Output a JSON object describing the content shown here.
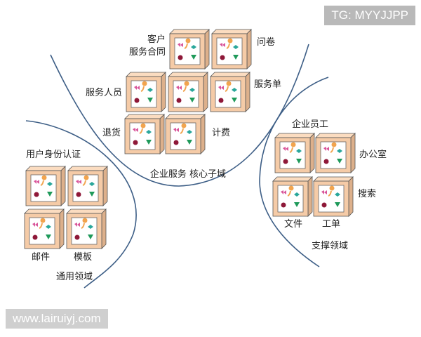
{
  "watermarks": {
    "top": "TG: MYYJJPP",
    "bottom": "www.lairuiyj.com"
  },
  "labels": {
    "customer_service_contract_line1": "客户",
    "customer_service_contract_line2": "服务合同",
    "questionnaire": "问卷",
    "service_staff": "服务人员",
    "service_order": "服务单",
    "return_goods": "退货",
    "billing": "计费",
    "core_domain": "企业服务 核心子域",
    "user_auth": "用户身份认证",
    "mail": "邮件",
    "template": "模板",
    "generic_domain": "通用领域",
    "employee": "企业员工",
    "office": "办公室",
    "search": "搜索",
    "file": "文件",
    "work_order": "工单",
    "support_domain": "支撑领域"
  },
  "colors": {
    "box_face": "#f5cba7",
    "box_side": "#ddb08b",
    "box_top": "#fbdcc0",
    "box_stroke": "#555555",
    "curve": "#3d5e86",
    "shape_pink": "#d9559a",
    "shape_orange": "#f2a44e",
    "shape_teal": "#2aa79b",
    "shape_green": "#1f9a5a",
    "shape_maroon": "#8e1838"
  },
  "entity_icon": "entity-box-icon"
}
